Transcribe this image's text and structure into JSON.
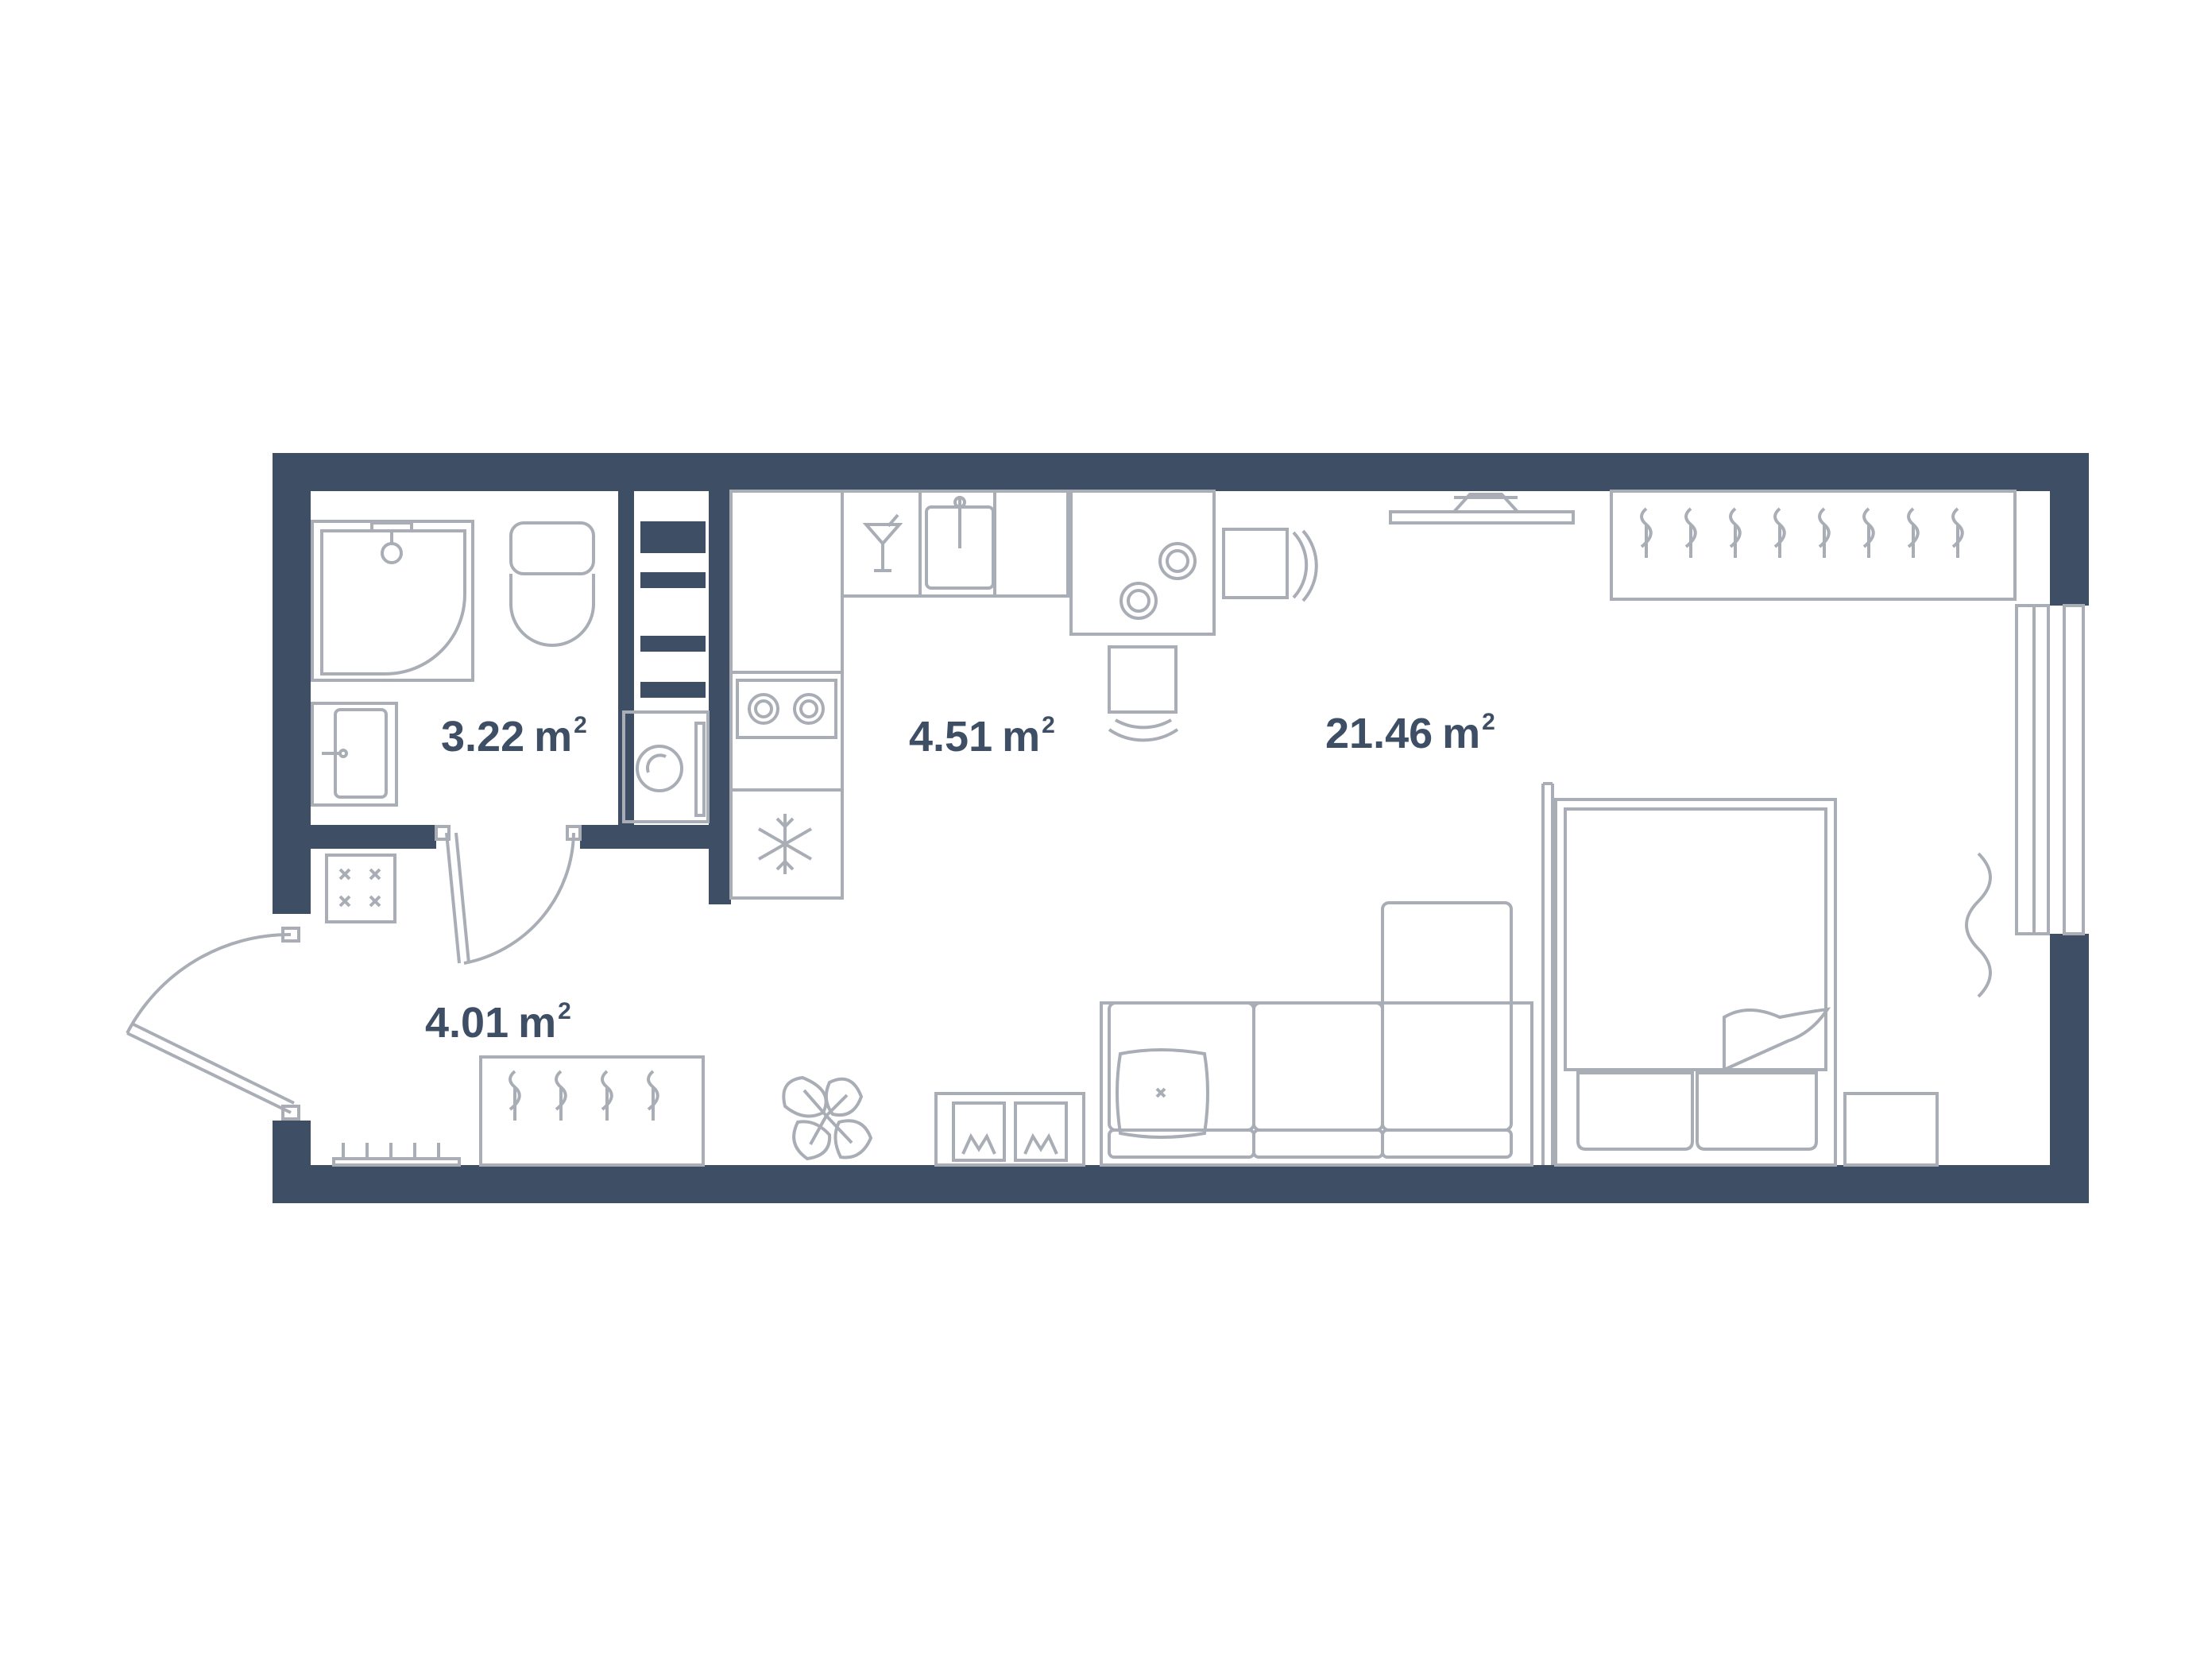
{
  "colors": {
    "wall": "#3d4e65",
    "furniture": "#a9aeb6",
    "label": "#3d4e65",
    "background": "#ffffff"
  },
  "rooms": [
    {
      "id": "bathroom",
      "area": "3.22",
      "unit": "m",
      "exponent": "2"
    },
    {
      "id": "kitchen",
      "area": "4.51",
      "unit": "m",
      "exponent": "2"
    },
    {
      "id": "living",
      "area": "21.46",
      "unit": "m",
      "exponent": "2"
    },
    {
      "id": "hallway",
      "area": "4.01",
      "unit": "m",
      "exponent": "2"
    }
  ],
  "icons": [
    "shower-icon",
    "toilet-icon",
    "sink-icon",
    "washing-machine-icon",
    "fridge-snowflake-icon",
    "cocktail-icon",
    "stove-icon",
    "table-icon",
    "chair-icon",
    "tv-icon",
    "hanger-icon",
    "bed-icon",
    "sofa-icon",
    "plant-icon",
    "curtain-icon",
    "window-icon",
    "door-icon"
  ]
}
